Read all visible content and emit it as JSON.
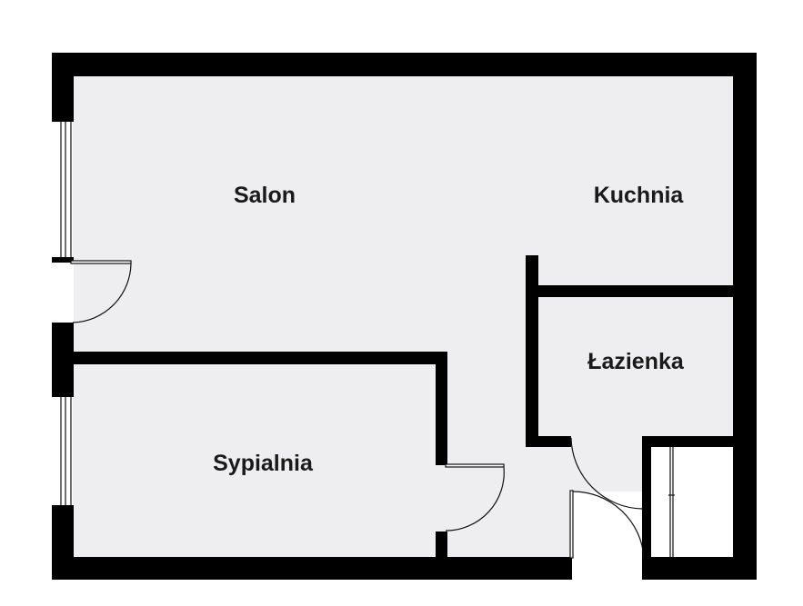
{
  "rooms": {
    "salon": "Salon",
    "kuchnia": "Kuchnia",
    "lazienka": "Łazienka",
    "sypialnia": "Sypialnia"
  },
  "colors": {
    "wall": "#000000",
    "floor": "#eeeef0",
    "background": "#ffffff",
    "label": "#1a1a1a"
  },
  "icons": [
    "door-swing-icon",
    "window-icon"
  ]
}
